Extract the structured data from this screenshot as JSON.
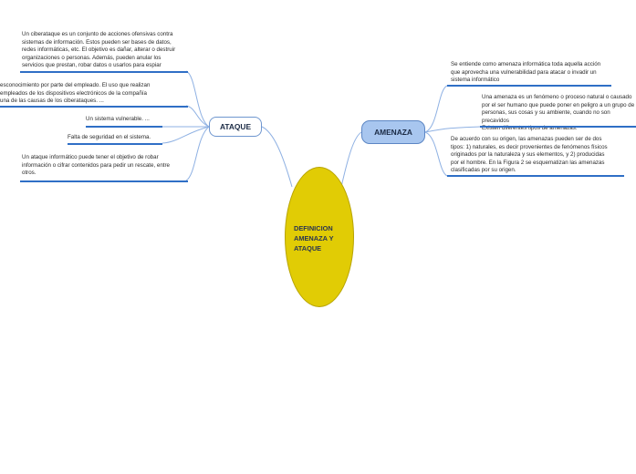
{
  "central": {
    "label": "DEFINICION\nAMENAZA Y\nATAQUE"
  },
  "ataque": {
    "label": "ATAQUE",
    "items": [
      "Un ciberataque es un conjunto de acciones ofensivas contra\nsistemas de información. Estos pueden ser bases de datos,\nredes informáticas, etc. El objetivo es dañar, alterar o destruir\norganizaciones o personas. Además, pueden anular los\nservicios que prestan, robar datos o usarlos para espiar",
      "esconocimiento por parte del empleado. El uso que realizan\n empleados de los dispositivos electrónicos de la compañía\nuna de las causas de los ciberataques. ...",
      "Un sistema vulnerable. ...",
      "Falta de seguridad en el sistema.",
      "Un ataque informático puede tener el objetivo de robar\ninformación o cifrar contenidos para pedir un rescate, entre\notros."
    ]
  },
  "amenaza": {
    "label": "AMENAZA",
    "items": [
      "Se entiende como amenaza informática toda aquella acción\nque aprovecha una vulnerabilidad para atacar o invadir un\nsistema informático",
      "Una amenaza es un fenómeno o proceso natural o causado\npor el ser humano que puede poner en peligro a un grupo de\npersonas, sus cosas y su ambiente, cuando no son precavidos\nExisten diferentes tipos de amenazas.",
      "De acuerdo con su origen, las amenazas pueden ser de dos\ntipos: 1) naturales, es decir provenientes de fenómenos físicos\noriginados por la naturaleza y sus elementos, y 2) producidas\npor el hombre. En la Figura 2 se esquematizan las amenazas\nclasificadas por su origen."
    ]
  },
  "colors": {
    "central_fill": "#e1cc05",
    "ataque_fill": "#ffffff",
    "amenaza_fill": "#a8c6ef",
    "link": "#8fb1e3",
    "rule": "#2f6fc6"
  }
}
